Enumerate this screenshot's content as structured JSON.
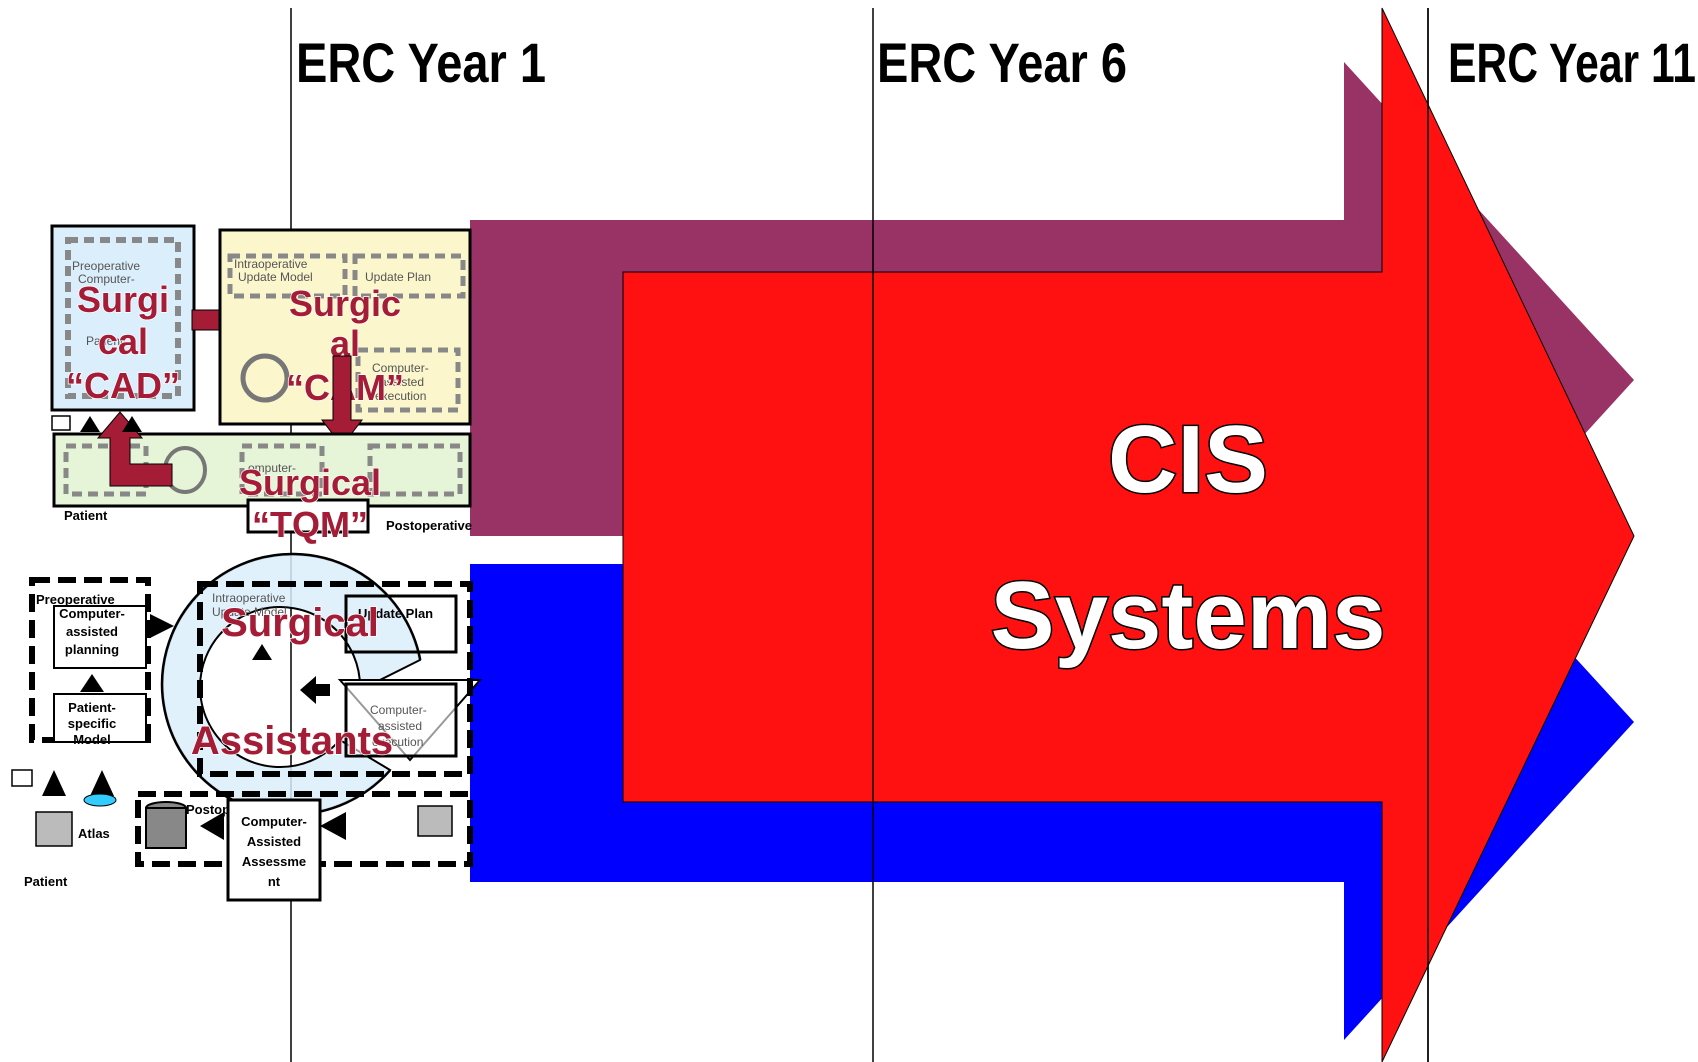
{
  "timeline": {
    "headers": [
      "ERC Year 1",
      "ERC Year 6",
      "ERC Year 11"
    ]
  },
  "arrows": {
    "main_label_line1": "CIS",
    "main_label_line2": "Systems",
    "colors": {
      "purple": "#993366",
      "red": "#ff1111",
      "blue": "#0000ff"
    }
  },
  "cad_box": {
    "title_lines": [
      "Surgi",
      "cal",
      "“CAD”"
    ],
    "faint_lines": [
      "Preoperative",
      "Computer-",
      "Patient-"
    ]
  },
  "cam_box": {
    "title_lines": [
      "Surgic",
      "al",
      "“CAM”"
    ],
    "faint_lines": [
      "Intraoperative",
      "Update Model",
      "Update Plan",
      "Computer-",
      "assisted",
      "execution"
    ]
  },
  "tqm_box": {
    "title_lines": [
      "Surgical",
      "“TQM”"
    ],
    "faint_lines": [
      "omputer-"
    ],
    "label_left": "Patient",
    "label_right": "Postoperative"
  },
  "assistants": {
    "title_lines": [
      "Surgical",
      "Assistants"
    ],
    "preop_header": "Preoperative",
    "preop_box1": [
      "Computer-",
      "assisted",
      "planning"
    ],
    "preop_box2": [
      "Patient-",
      "specific",
      "Model"
    ],
    "intraop_header": "Intraoperative",
    "update_model": "Update Model",
    "update_plan": "Update Plan",
    "execution": [
      "Computer-",
      "assisted",
      "execution"
    ],
    "postop_header": "Postoperative",
    "assessment": [
      "Computer-",
      "Assisted",
      "Assessme",
      "nt"
    ],
    "atlas": "Atlas",
    "patient": "Patient"
  }
}
